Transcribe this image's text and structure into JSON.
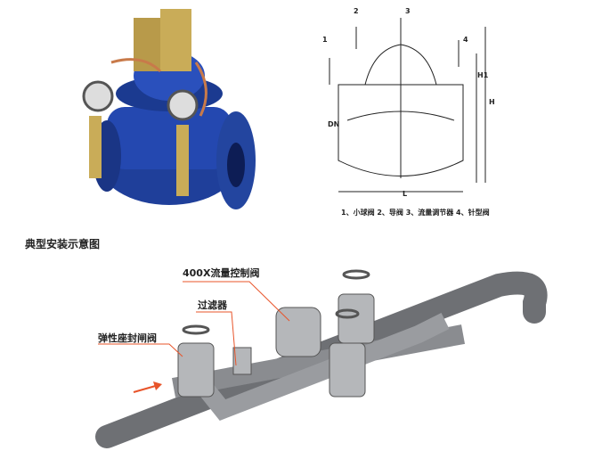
{
  "drawing": {
    "callouts": [
      "1",
      "2",
      "3",
      "4"
    ],
    "dims": {
      "length": "L",
      "height": "H",
      "height1": "H1",
      "nominal": "DN"
    },
    "caption": "1、小球阀 2、导阀 3、流量调节器 4、针型阀"
  },
  "install": {
    "title": "典型安装示意图",
    "labels": {
      "flow_valve": "400X流量控制阀",
      "filter": "过滤器",
      "gate_valve": "弹性座封闸阀"
    }
  },
  "colors": {
    "valve_blue": "#1f3f9a",
    "brass": "#b89a4a",
    "pipe": "#6e7074",
    "leader": "#e8542a"
  }
}
